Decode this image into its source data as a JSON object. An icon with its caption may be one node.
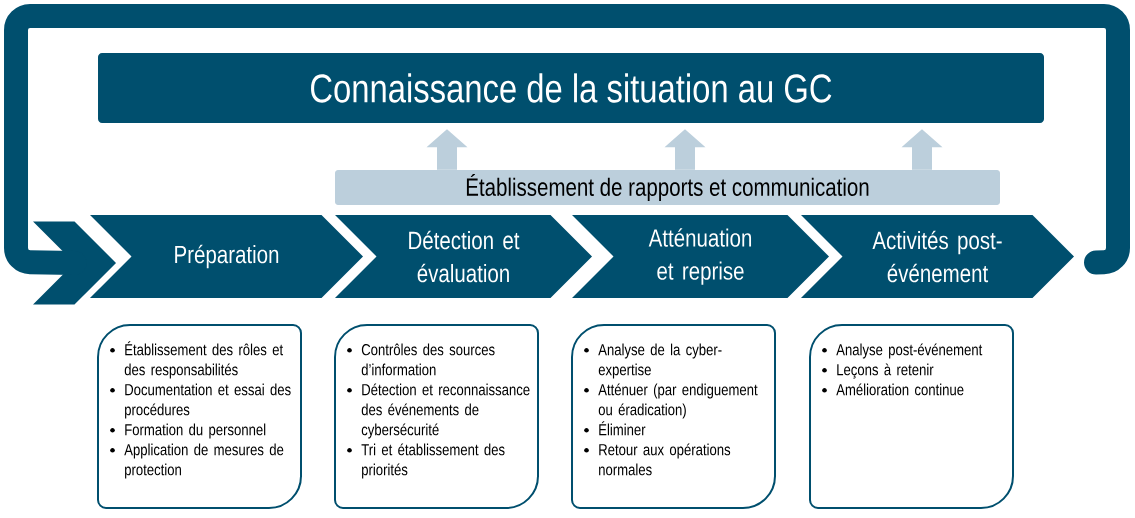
{
  "diagram": {
    "nodes": [
      {
        "text": [
          "Connaissance de la situation au GC"
        ]
      },
      {
        "text": [
          "Établissement de rapports et communication"
        ]
      },
      {
        "text": [
          "Préparation"
        ]
      },
      {
        "text": [
          "Détection et évaluation"
        ]
      },
      {
        "text": [
          "Atténuation et reprise"
        ]
      },
      {
        "text": [
          "Activités post-événement"
        ]
      },
      {
        "text": [
          "Établissement des rôles et des responsabilités",
          "Documentation et essai des procédures",
          "Formation du personnel",
          "Application de mesures de protection"
        ]
      },
      {
        "text": [
          "Contrôles des sources d’information",
          "Détection et reconnaissance des événements de cybersécurité",
          "Tri et établissement des priorités"
        ]
      },
      {
        "text": [
          "Analyse de la cyber-expertise",
          "Atténuer (par endiguement ou éradication)",
          "Éliminer",
          "Retour aux opérations normales"
        ]
      },
      {
        "text": [
          "Analyse post-événement",
          "Leçons à retenir",
          "Amélioration continue"
        ]
      },
      {
        "text": [],
        "shape": "chevron"
      }
    ],
    "edges": [
      {
        "from": 1,
        "to": 0,
        "arrow": "to"
      },
      {
        "from": 1,
        "to": 0,
        "arrow": "to"
      },
      {
        "from": 1,
        "to": 0,
        "arrow": "to"
      },
      {
        "from": 5,
        "to": 10,
        "arrow": "none",
        "color": "#004f6e"
      }
    ]
  }
}
